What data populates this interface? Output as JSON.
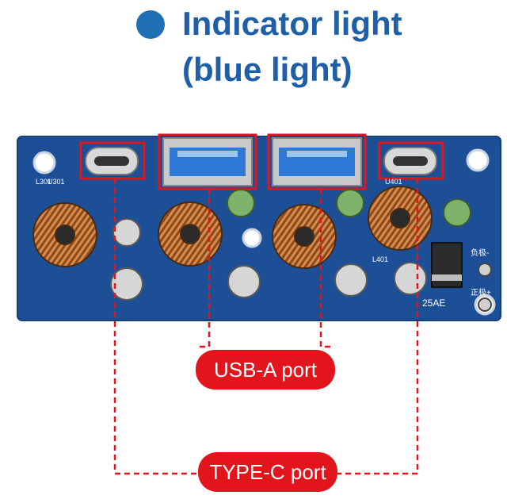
{
  "title": {
    "line1": "Indicator light",
    "line2": "(blue light)",
    "dot_color": "#1f6fb4",
    "text_color": "#1f5fa8"
  },
  "labels": {
    "usb_a": "USB-A port",
    "type_c": "TYPE-C port",
    "pill_color": "#e2141c"
  },
  "board": {
    "pcb_color": "#1c4f95",
    "silkscreen": {
      "marking": "25AE",
      "neg_terminal": "负极-",
      "pos_terminal": "正极+",
      "inductor_left": "L301",
      "inductor_right": "L401",
      "chip_left": "U301",
      "chip_right": "U401"
    }
  }
}
